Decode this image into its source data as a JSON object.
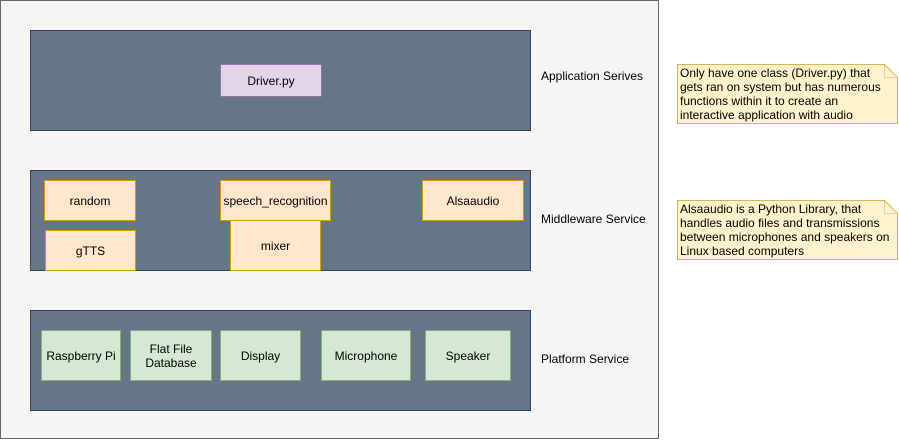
{
  "layers": {
    "application": {
      "label": "Application Serives",
      "components": {
        "driver": "Driver.py"
      }
    },
    "middleware": {
      "label": "Middleware Service",
      "components": {
        "random": "random",
        "speech_recognition": "speech_recognition",
        "alsaaudio": "Alsaaudio",
        "gtts": "gTTS",
        "mixer": "mixer"
      }
    },
    "platform": {
      "label": "Platform Service",
      "components": {
        "raspberry_pi": "Raspberry Pi",
        "flat_file_database": "Flat File Database",
        "display": "Display",
        "microphone": "Microphone",
        "speaker": "Speaker"
      }
    }
  },
  "notes": {
    "driver_note": "Only have one class (Driver.py) that gets ran on system but has numerous functions within it to create an interactive application with audio",
    "alsaaudio_note": "Alsaaudio is a Python Library, that handles audio files and transmissions between microphones and speakers on Linux based computers"
  },
  "colors": {
    "container_fill": "#f5f5f5",
    "layer_fill": "#647687",
    "purple_fill": "#e1d5e7",
    "orange_fill": "#ffe6cc",
    "green_fill": "#d5e8d4",
    "note_fill": "#fff2cc"
  }
}
